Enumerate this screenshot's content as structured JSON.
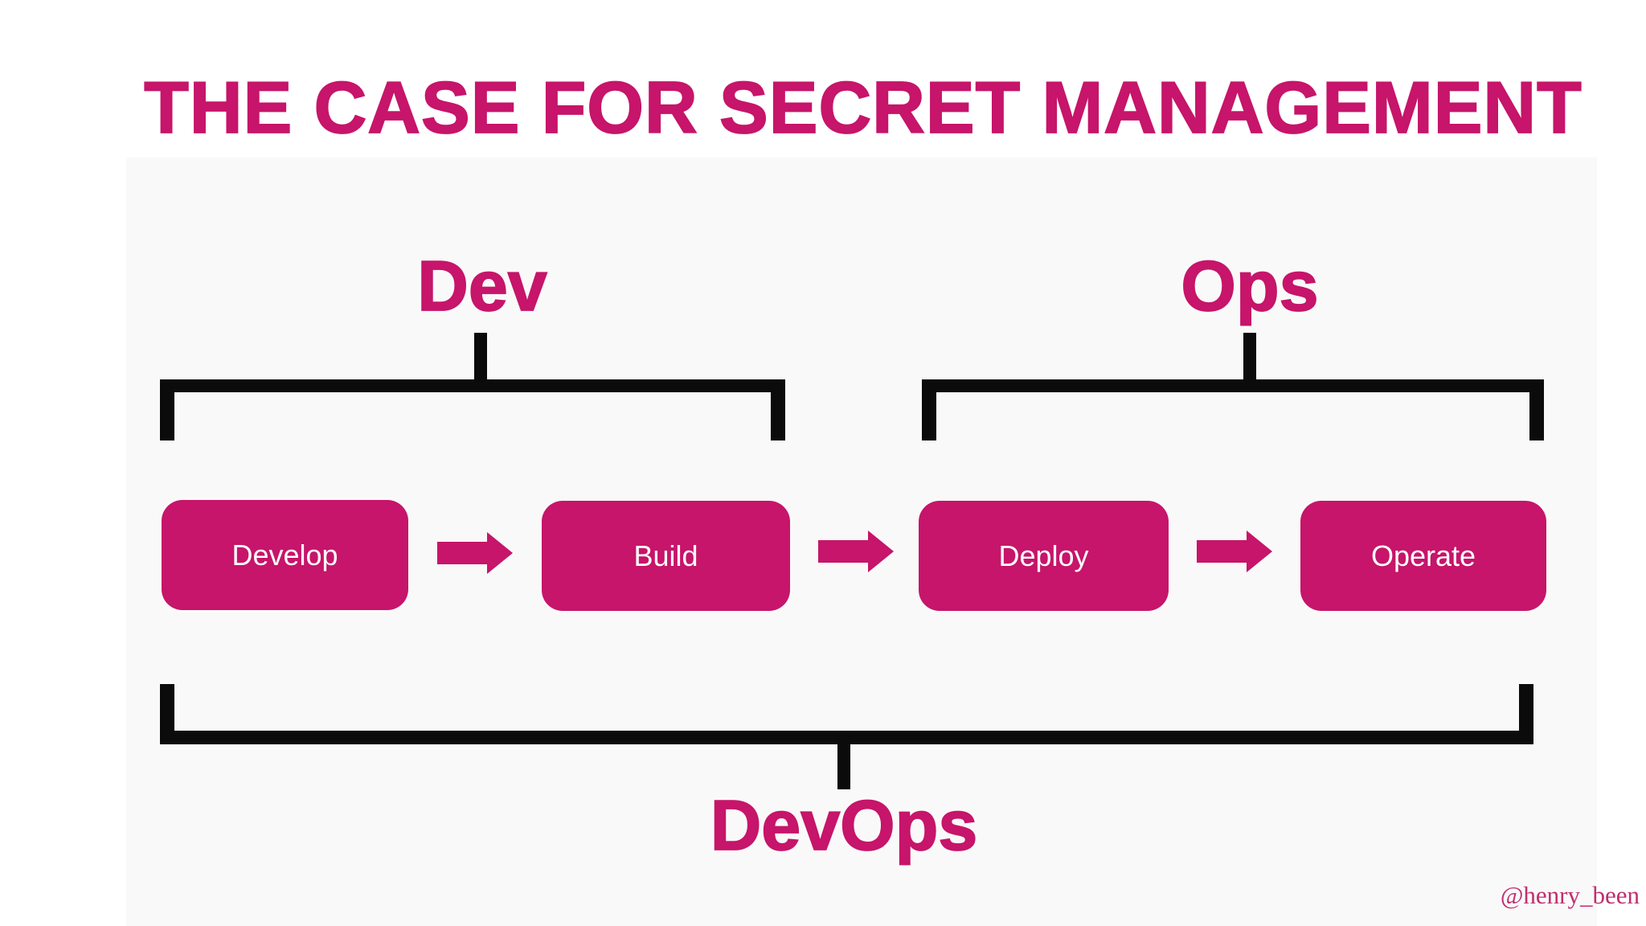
{
  "title": "THE CASE FOR SECRET MANAGEMENT",
  "attribution": "@henry_been",
  "diagram": {
    "group_labels": {
      "dev": "Dev",
      "ops": "Ops",
      "devops": "DevOps"
    },
    "stages": [
      {
        "label": "Develop"
      },
      {
        "label": "Build"
      },
      {
        "label": "Deploy"
      },
      {
        "label": "Operate"
      }
    ],
    "groupings": [
      {
        "label": "Dev",
        "covers": [
          "Develop",
          "Build"
        ]
      },
      {
        "label": "Ops",
        "covers": [
          "Deploy",
          "Operate"
        ]
      },
      {
        "label": "DevOps",
        "covers": [
          "Develop",
          "Build",
          "Deploy",
          "Operate"
        ]
      }
    ]
  },
  "colors": {
    "accent_magenta": "#c6156a",
    "bracket_black": "#0b0b0b",
    "stage_text_white": "#ffffff",
    "attribution_pink": "#bf2f6e",
    "background": "#ffffff"
  }
}
